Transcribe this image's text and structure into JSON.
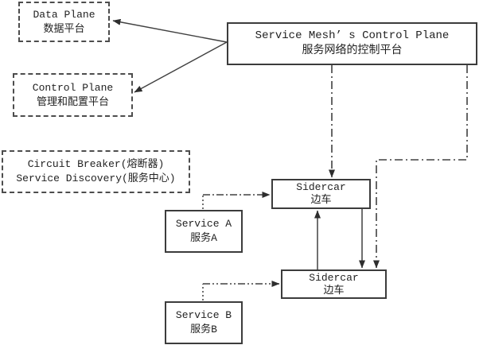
{
  "diagram": {
    "title": "Service Mesh sidecar architecture diagram",
    "colors": {
      "background": "#ffffff",
      "line": "#404040",
      "text": "#222222"
    },
    "boxes": {
      "data_plane": {
        "line1": "Data Plane",
        "line2": "数据平台"
      },
      "control_plane": {
        "line1": "Control Plane",
        "line2": "管理和配置平台"
      },
      "mesh_control_plane": {
        "line1": "Service Mesh’ s Control Plane",
        "line2": "服务网络的控制平台"
      },
      "circuit_breaker": {
        "line1": "Circuit Breaker(熔断器)",
        "line2": "Service Discovery(服务中心)"
      },
      "service_a": {
        "line1": "Service A",
        "line2": "服务A"
      },
      "sidecar_1": {
        "line1": "Sidercar",
        "line2": "边车"
      },
      "sidecar_2": {
        "line1": "Sidercar",
        "line2": "边车"
      },
      "service_b": {
        "line1": "Service B",
        "line2": "服务B"
      }
    },
    "connections": [
      {
        "from": "mesh_control_plane",
        "to": "data_plane",
        "style": "solid"
      },
      {
        "from": "mesh_control_plane",
        "to": "control_plane",
        "style": "solid"
      },
      {
        "from": "mesh_control_plane",
        "to": "sidecar_1",
        "style": "dash-dot"
      },
      {
        "from": "mesh_control_plane",
        "to": "sidecar_2",
        "style": "dash-dot"
      },
      {
        "from": "sidecar_1",
        "to": "sidecar_2",
        "style": "solid"
      },
      {
        "from": "sidecar_2",
        "to": "sidecar_1",
        "style": "solid"
      },
      {
        "from": "service_a",
        "to": "sidecar_1",
        "style": "dash-dot"
      },
      {
        "from": "service_b",
        "to": "sidecar_2",
        "style": "dash-dot-dot"
      }
    ]
  }
}
